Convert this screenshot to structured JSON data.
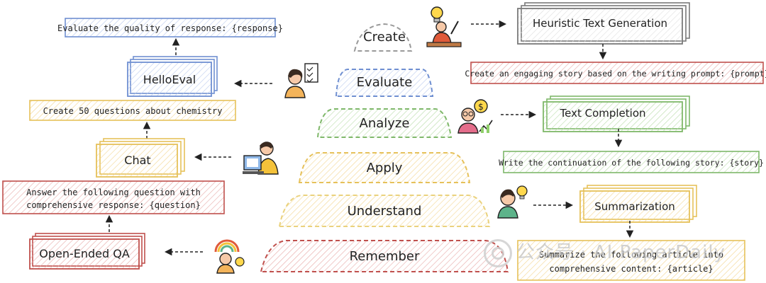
{
  "pyramid": {
    "create": "Create",
    "evaluate": "Evaluate",
    "analyze": "Analyze",
    "apply": "Apply",
    "understand": "Understand",
    "remember": "Remember"
  },
  "left": {
    "evaluate_prompt": "Evaluate the quality of response: {response}",
    "helloeval": "HelloEval",
    "chat_prompt": "Create 50 questions about chemistry",
    "chat": "Chat",
    "qa_prompt_line1": "Answer the following question with",
    "qa_prompt_line2": "comprehensive response: {question}",
    "open_qa": "Open-Ended QA"
  },
  "right": {
    "heuristic": "Heuristic Text Generation",
    "story_prompt": "Create an engaging story based on the writing prompt: {prompt}",
    "completion": "Text Completion",
    "continuation_prompt": "Write the continuation of the following story: {story}",
    "summarization": "Summarization",
    "summary_prompt_line1": "Summarize the following article into",
    "summary_prompt_line2": "comprehensive content: {article}"
  },
  "watermark": "公众号 · AI PaperDaily",
  "colors": {
    "red": "#c0504d",
    "yellow": "#e6c15a",
    "green": "#7fb86a",
    "blue": "#6f8fd1",
    "gray": "#7a7a7a"
  }
}
